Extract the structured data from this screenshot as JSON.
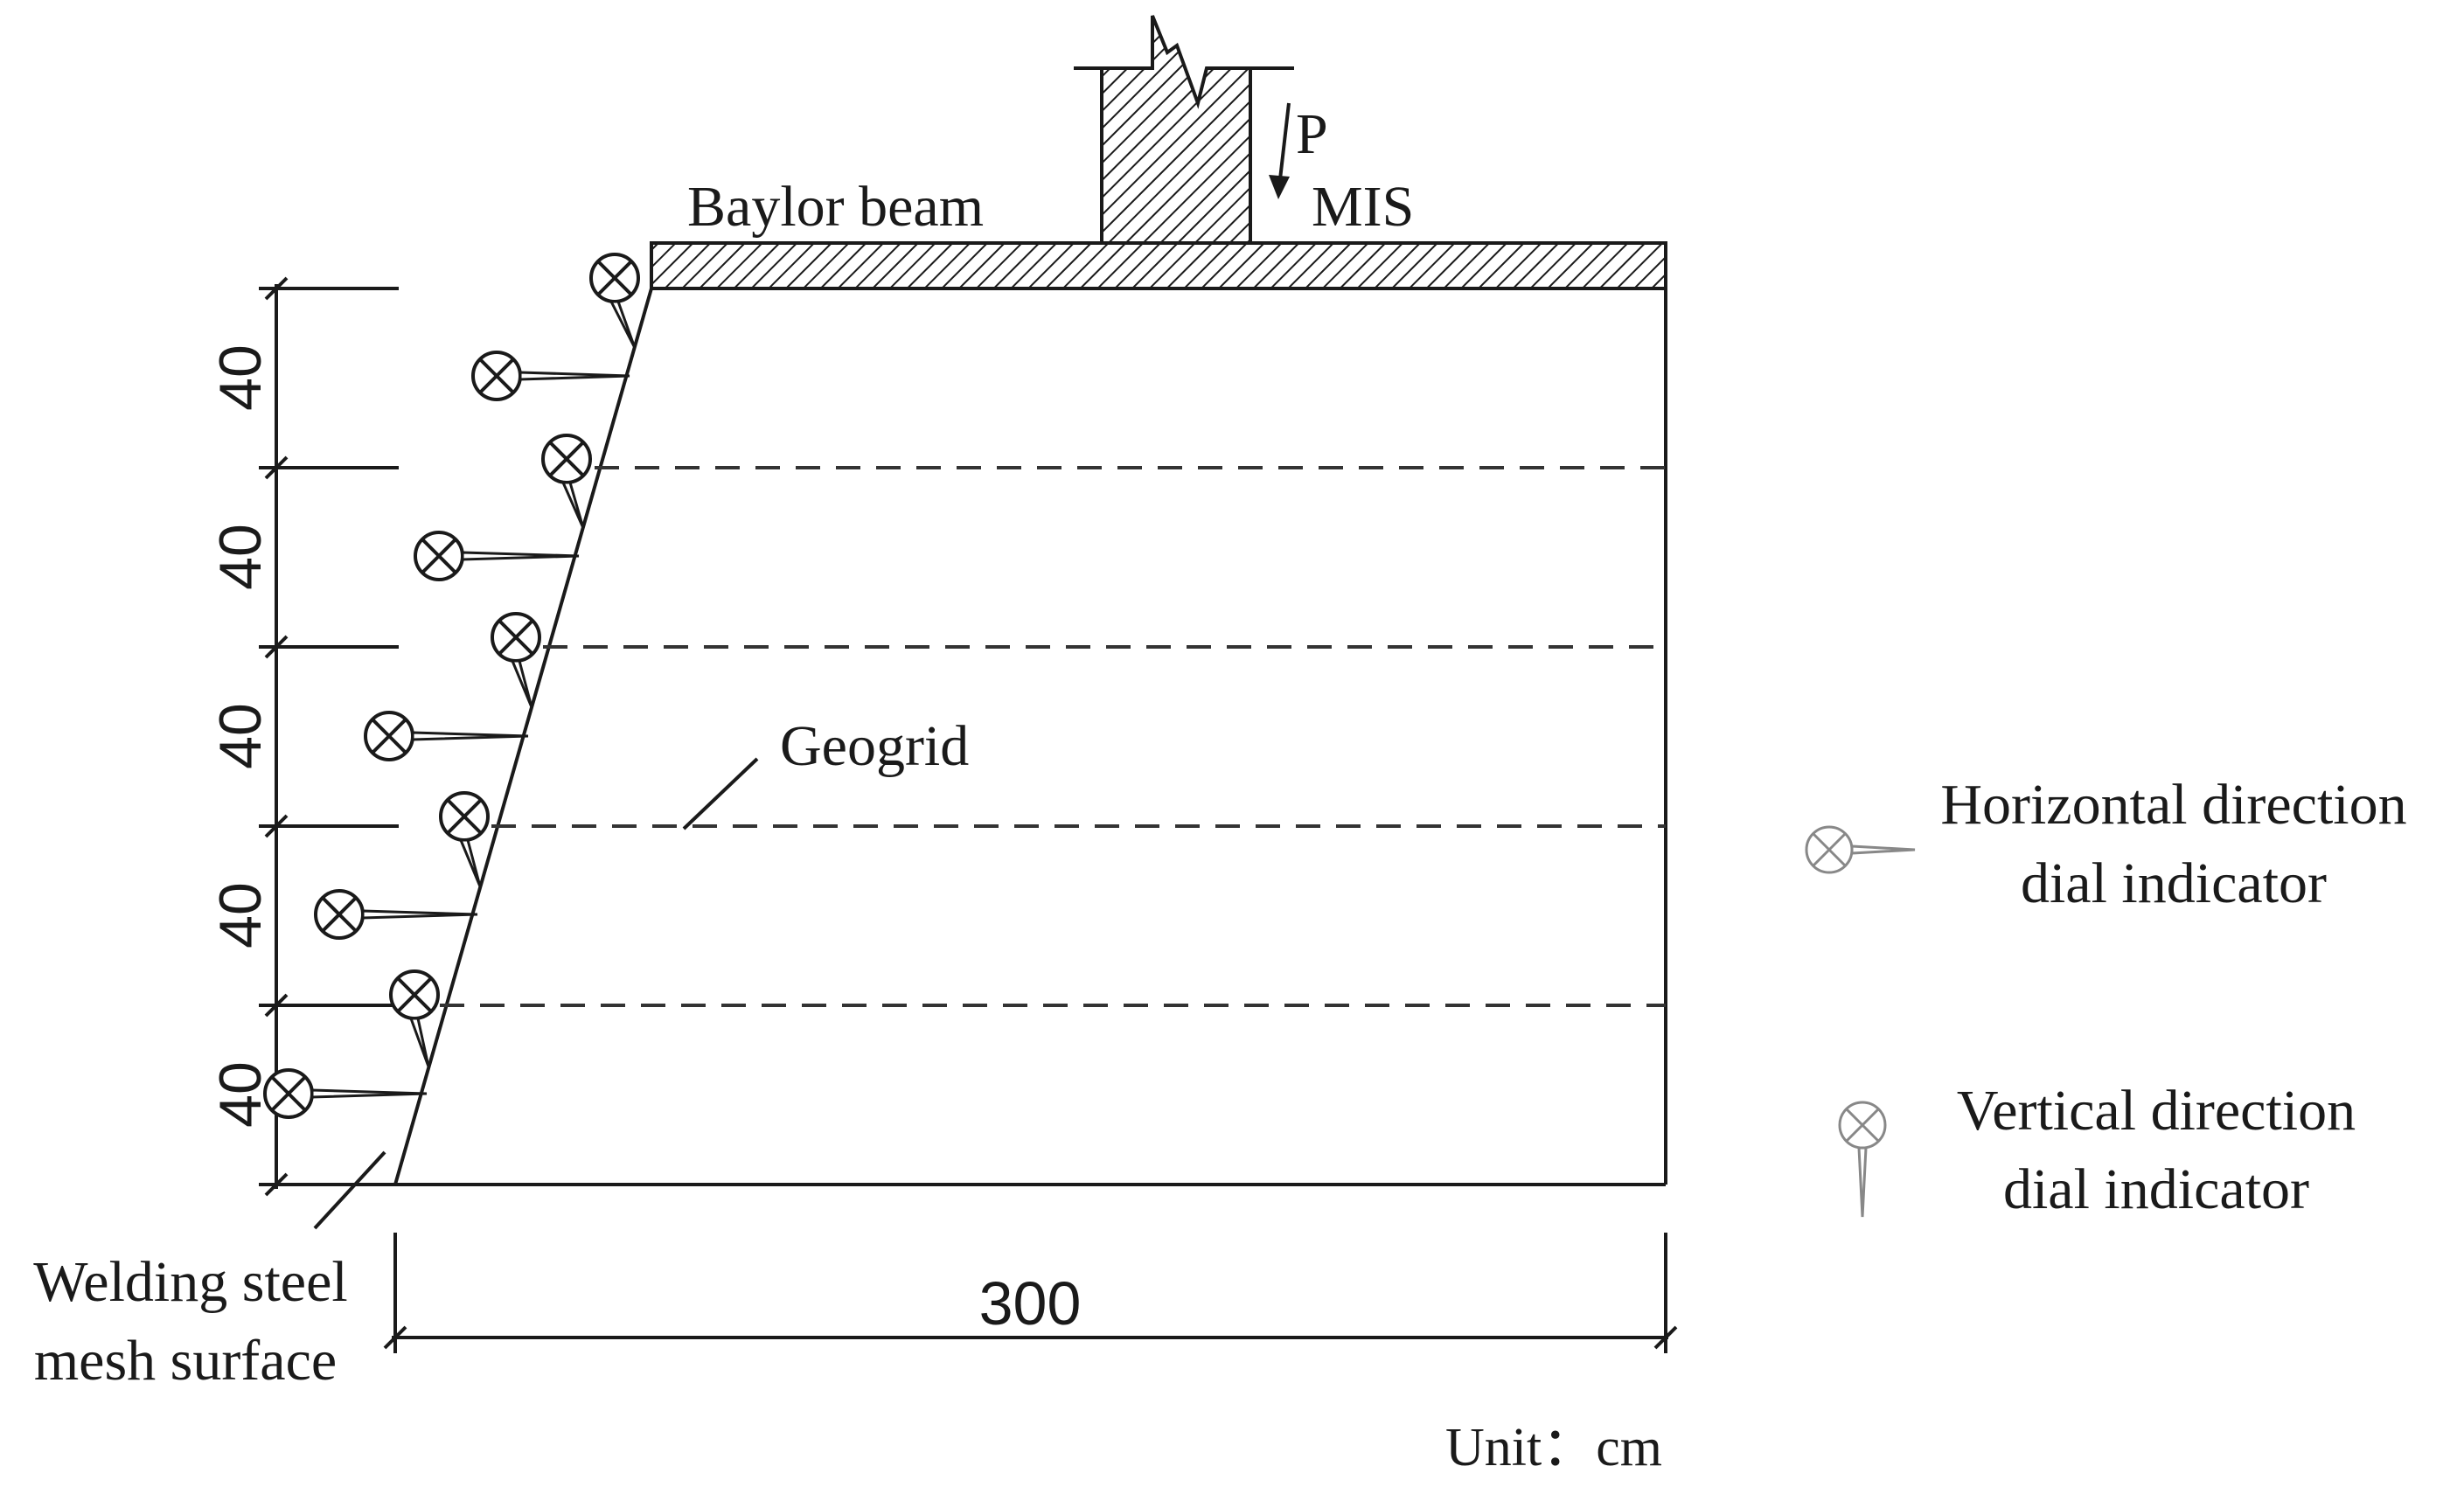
{
  "labels": {
    "load": "P",
    "beam": "Baylor beam",
    "mis": "MIS",
    "geogrid": "Geogrid",
    "facing_line1": "Welding steel",
    "facing_line2": "mesh surface",
    "unit": "Unit：cm"
  },
  "dimensions": {
    "layer_thickness": [
      "40",
      "40",
      "40",
      "40",
      "40"
    ],
    "width": "300"
  },
  "legend": {
    "horizontal_line1": "Horizontal direction",
    "horizontal_line2": "dial indicator",
    "vertical_line1": "Vertical direction",
    "vertical_line2": "dial indicator"
  },
  "colors": {
    "stroke": "#1a1a1a",
    "dashed": "#333333",
    "legend_icon": "#888888"
  }
}
